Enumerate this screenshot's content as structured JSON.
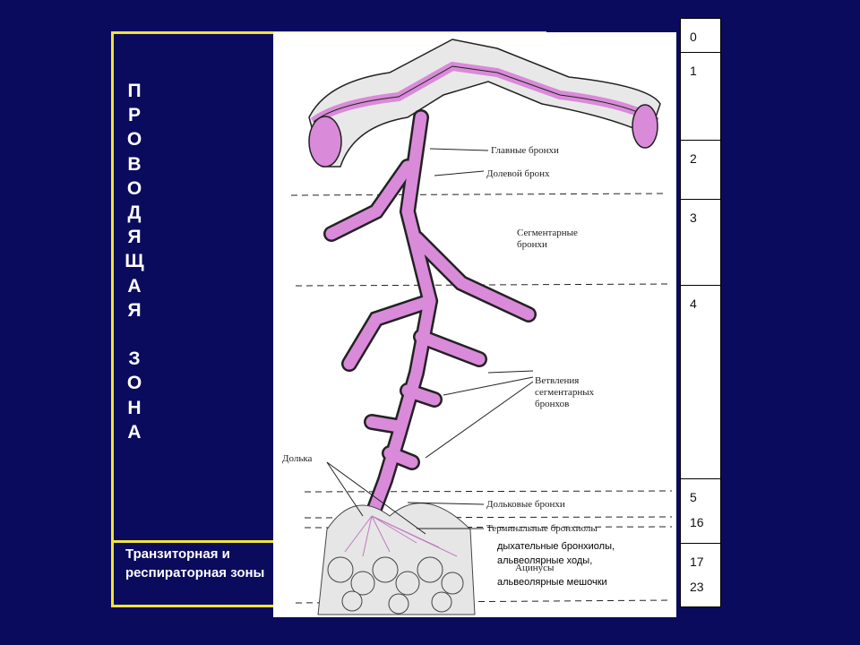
{
  "conducting_zone": {
    "title": "П\nР\nО\nВ\nО\nД\nЯ\nЩ\nА\nЯ\n\nЗ\nО\nН\nА"
  },
  "transit_zone": {
    "label": "Транзиторная и респираторная зоны"
  },
  "figure_labels": {
    "main_bronchi": "Главные бронхи",
    "lobar_bronchus": "Долевой бронх",
    "segmental_bronchi_1": "Сегментарные",
    "segmental_bronchi_2": "бронхи",
    "branches_1": "Ветвления",
    "branches_2": "сегментарных",
    "branches_3": "бронхов",
    "lobule": "Долька",
    "lobular_bronchi": "Дольковые бронхи",
    "terminal_bronchioles": "Терминальные бронхиолы",
    "acini": "Ацинусы",
    "respiratory_bronchioles": "дыхательные бронхиолы,",
    "alveolar_ducts": "альвеолярные ходы,",
    "alveolar_sacs": "альвеолярные мешочки"
  },
  "generations": [
    {
      "value": "0"
    },
    {
      "value": "1"
    },
    {
      "value": "2"
    },
    {
      "value": "3"
    },
    {
      "value": "4"
    },
    {
      "value": "5\n16"
    },
    {
      "value": "17\n23"
    }
  ],
  "colors": {
    "background": "#0b0b5e",
    "zone_border": "#f0e43a",
    "airway_fill": "#d98ad9",
    "airway_outline": "#222222"
  }
}
